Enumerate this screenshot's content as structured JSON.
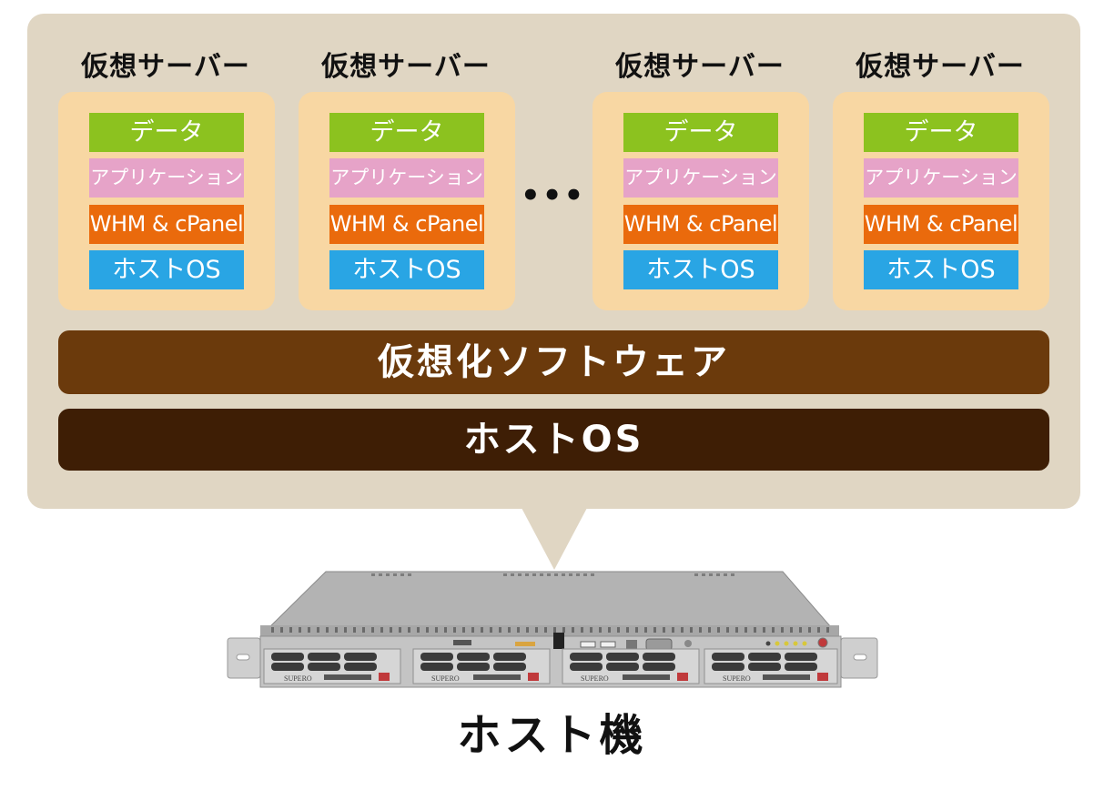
{
  "virtual_servers": [
    {
      "title": "仮想サーバー",
      "layers": {
        "data": "データ",
        "app": "アプリケーション",
        "panel": "WHM & cPanel",
        "os": "ホストOS"
      }
    },
    {
      "title": "仮想サーバー",
      "layers": {
        "data": "データ",
        "app": "アプリケーション",
        "panel": "WHM & cPanel",
        "os": "ホストOS"
      }
    },
    {
      "title": "仮想サーバー",
      "layers": {
        "data": "データ",
        "app": "アプリケーション",
        "panel": "WHM & cPanel",
        "os": "ホストOS"
      }
    },
    {
      "title": "仮想サーバー",
      "layers": {
        "data": "データ",
        "app": "アプリケーション",
        "panel": "WHM & cPanel",
        "os": "ホストOS"
      }
    }
  ],
  "ellipsis": "•••",
  "virtualization_layer": "仮想化ソフトウェア",
  "host_os_layer": "ホストOS",
  "host_machine_label": "ホスト機",
  "server_brand": "SUPERO",
  "colors": {
    "bubble": "#e0d6c3",
    "vm_box": "#f8d7a3",
    "data": "#8cc21f",
    "application": "#e6a3c8",
    "panel": "#ea6a0c",
    "os": "#29a5e4",
    "virtualization": "#6b3a0c",
    "host_os": "#3e1e05"
  }
}
